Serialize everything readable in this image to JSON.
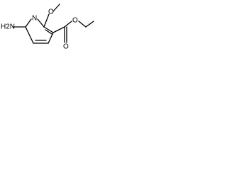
{
  "molecule": {
    "atoms": {
      "amine": "H2N",
      "ring_nitrogen": "N",
      "methoxy_oxygen": "O",
      "carbonyl_oxygen": "O",
      "ester_oxygen": "O"
    }
  },
  "colors": {
    "bond": "#000000",
    "label": "#000000",
    "background": "#ffffff"
  }
}
